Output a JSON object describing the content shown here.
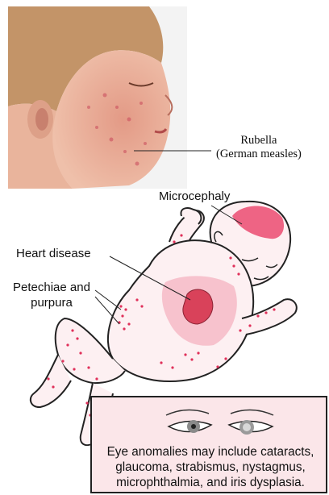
{
  "rubella": {
    "line1": "Rubella",
    "line2": "(German measles)"
  },
  "labels": {
    "microcephaly": "Microcephaly",
    "heart_disease": "Heart disease",
    "petechiae_line1": "Petechiae and",
    "petechiae_line2": "purpura"
  },
  "eye_box": {
    "text": "Eye anomalies may include cataracts, glaucoma, strabismus, nystagmus, microphthalmia, and iris dysplasia."
  },
  "colors": {
    "rash": "#e0305a",
    "skin_pink": "#fbe6e9",
    "heart": "#d9425a",
    "photo_bg": "#f2f2f2"
  }
}
